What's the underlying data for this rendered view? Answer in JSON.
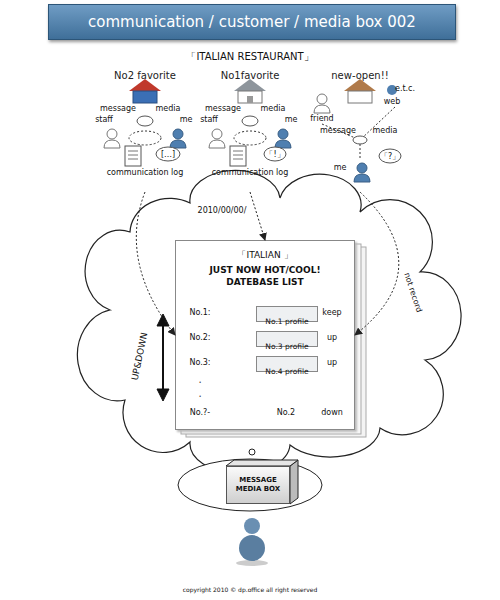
{
  "diagram": {
    "title": "communication / customer / media box 002",
    "nodes": [
      {
        "text": [
          "No2 favorite"
        ]
      },
      {
        "text": [
          "No1favorite"
        ]
      },
      {
        "text": [
          "new-open!!"
        ]
      },
      {
        "text": [
          "「ITALIAN 」",
          "JUST NOW HOT/COOL! DATEBASE LIST"
        ]
      },
      {
        "text": [
          "No.1 profile"
        ],
        "in": 3
      },
      {
        "text": [
          "No.3 profile"
        ],
        "in": 3
      },
      {
        "text": [
          "No.4 profile"
        ],
        "in": 3
      },
      {
        "text": [
          "MESSAGE MEDIA BOX"
        ]
      }
    ],
    "edges": [
      {
        "from": 0,
        "to": 3,
        "arrow": "to"
      },
      {
        "from": 1,
        "to": 3,
        "arrow": "to"
      },
      {
        "from": 2,
        "to": 3,
        "label": "not record",
        "arrow": "to"
      }
    ],
    "labels": [
      "「ITALIAN RESTAURANT」",
      "message",
      "media",
      "staff",
      "me",
      "[…]",
      "communication log",
      "message",
      "media",
      "staff",
      "me",
      "「!」",
      "communication log",
      "2010/00/00/",
      "web",
      "friend",
      "e.t.c.",
      "message",
      "media",
      "me",
      "「?」",
      "UP&DOWN",
      "No.1:",
      "keep",
      "No.2:",
      "up",
      "No.3:",
      "up",
      "・",
      "・",
      "No.?-",
      "No.2",
      "down",
      "copyright 2010 © dp.office all right reserved"
    ]
  }
}
